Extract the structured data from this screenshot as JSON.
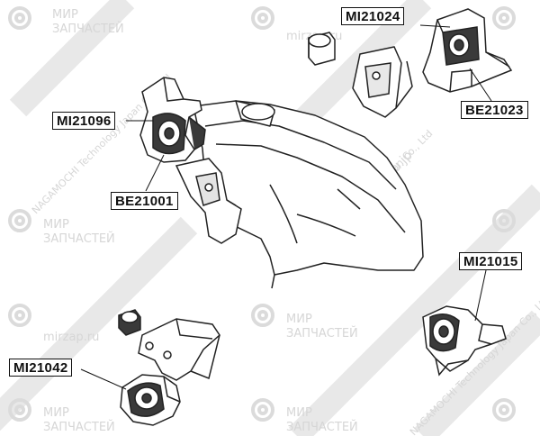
{
  "callouts": {
    "mi21024": "MI21024",
    "be21023": "BE21023",
    "mi21096": "MI21096",
    "be21001": "BE21001",
    "mi21015": "MI21015",
    "mi21042": "MI21042"
  },
  "watermarks": {
    "mir": "МИР",
    "zapchastei": "ЗАПЧАСТЕЙ",
    "site_ru": "mirzap.ru",
    "site_jp": "www.jikiu.jp",
    "company": "NAGAMOCHI Technology Japan Co., Ltd"
  },
  "colors": {
    "line": "#222222",
    "watermark": "#d2d2d2",
    "callout_border": "#111111"
  }
}
